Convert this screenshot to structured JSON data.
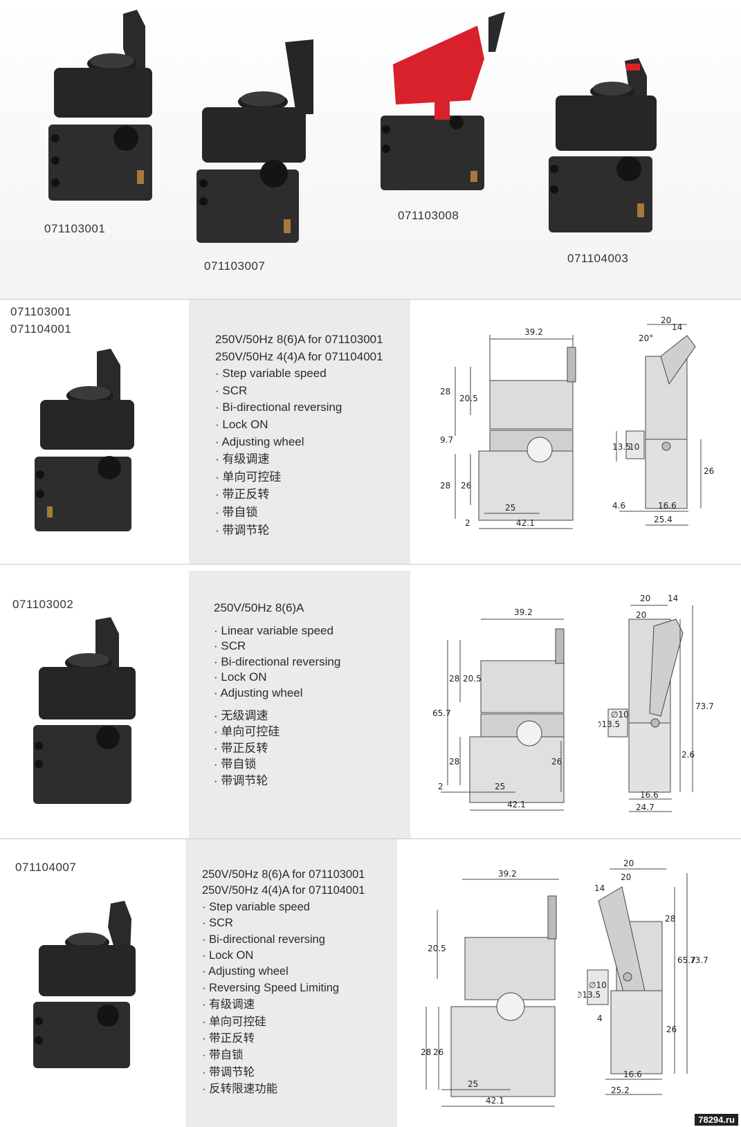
{
  "top_row": {
    "products": [
      {
        "code": "071103001",
        "trigger_color": "#2b2b2b"
      },
      {
        "code": "071103007",
        "trigger_color": "#2b2b2b"
      },
      {
        "code": "071103008",
        "trigger_color": "#d9212b"
      },
      {
        "code": "071104003",
        "trigger_color": "#2b2b2b"
      }
    ]
  },
  "sections": [
    {
      "codes": [
        "071103001",
        "071104001"
      ],
      "spec_lines": [
        "250V/50Hz  8(6)A for 071103001",
        "250V/50Hz  4(4)A for 071104001",
        "· Step variable speed",
        "· SCR",
        "· Bi-directional reversing",
        "· Lock ON",
        "· Adjusting wheel",
        "· 有级调速",
        "· 单向可控硅",
        "· 带正反转",
        "· 带自锁",
        "· 带调节轮"
      ],
      "dims_front": {
        "top": "39.2",
        "h_upper": "28",
        "h_mid": "20.5",
        "gap": "9.7",
        "h_low": "28",
        "h_low2": "26",
        "w_a": "25",
        "w_b": "42.1",
        "w_c": "2"
      },
      "dims_side": {
        "top": "20",
        "angle": "20°",
        "r": "14",
        "left_h": "13.5",
        "left_h2": "10",
        "right_h": "26",
        "w_a": "4.6",
        "w_b": "16.6",
        "w_c": "25.4"
      }
    },
    {
      "codes": [
        "071103002"
      ],
      "spec_lines": [
        "250V/50Hz  8(6)A",
        "· Linear variable speed",
        "· SCR",
        "· Bi-directional reversing",
        "· Lock ON",
        "· Adjusting wheel",
        "· 无级调速",
        "· 单向可控硅",
        "· 带正反转",
        "· 带自锁",
        "· 带调节轮"
      ],
      "dims_front": {
        "top": "39.2",
        "h_total": "65.7",
        "h_upper": "28",
        "h_mid": "20.5",
        "h_low": "28",
        "h_right": "26",
        "w_a": "25",
        "w_b": "42.1",
        "w_c": "2"
      },
      "dims_side": {
        "top": "20",
        "angle": "20",
        "r": "14",
        "left_h": "∅13.5",
        "left_h2": "∅10",
        "right_h": "73.7",
        "right_h2": "2.6",
        "w_b": "16.6",
        "w_c": "24.7"
      }
    },
    {
      "codes": [
        "071104007"
      ],
      "spec_lines": [
        "250V/50Hz  8(6)A for 071103001",
        "250V/50Hz  4(4)A for 071104001",
        "· Step variable speed",
        "· SCR",
        "· Bi-directional reversing",
        "· Lock ON",
        "· Adjusting wheel",
        "· Reversing Speed Limiting",
        "· 有级调速",
        "· 单向可控硅",
        "· 带正反转",
        "· 带自锁",
        "· 带调节轮",
        "· 反转限速功能"
      ],
      "dims_front": {
        "top": "39.2",
        "h_mid": "20.5",
        "h_low": "28",
        "h_low2": "26",
        "w_a": "25",
        "w_b": "42.1"
      },
      "dims_side": {
        "top": "20",
        "angle": "20",
        "r": "14",
        "left_h": "∅13.5",
        "left_h2": "∅10",
        "right_h": "28",
        "right_h2": "65.7",
        "right_h3": "73.7",
        "right_h4": "26",
        "w_a": "4",
        "w_b": "16.6",
        "w_c": "25.2"
      }
    }
  ],
  "watermark": "78294.ru"
}
